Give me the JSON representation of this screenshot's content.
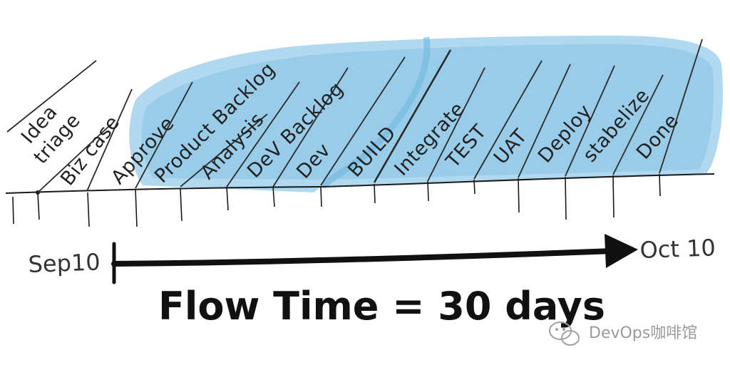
{
  "stages": [
    {
      "id": "idea-triage",
      "lines": [
        "Idea",
        "triage"
      ]
    },
    {
      "id": "biz-case",
      "lines": [
        "Biz case"
      ]
    },
    {
      "id": "approve",
      "lines": [
        "Approve"
      ]
    },
    {
      "id": "product-backlog",
      "lines": [
        "Product Backlog"
      ]
    },
    {
      "id": "analysis",
      "lines": [
        "Analysis"
      ]
    },
    {
      "id": "dev-backlog",
      "lines": [
        "DeV Backlog"
      ]
    },
    {
      "id": "dev",
      "lines": [
        "Dev"
      ]
    },
    {
      "id": "build",
      "lines": [
        "BUILD"
      ]
    },
    {
      "id": "integrate",
      "lines": [
        "Integrate"
      ]
    },
    {
      "id": "test",
      "lines": [
        "TEST"
      ]
    },
    {
      "id": "uat",
      "lines": [
        "UAT"
      ]
    },
    {
      "id": "deploy",
      "lines": [
        "Deploy"
      ]
    },
    {
      "id": "stabelize",
      "lines": [
        "stabelize"
      ]
    },
    {
      "id": "done",
      "lines": [
        "Done"
      ]
    }
  ],
  "timeline": {
    "start_label": "Sep10",
    "end_label": "Oct 10",
    "flow_time_label": "Flow Time = 30 days"
  },
  "colors": {
    "highlight": "#6fb8e0",
    "ink": "#1a1a1a"
  },
  "watermark": {
    "icon": "wechat-icon",
    "text": "DevOps咖啡馆"
  }
}
